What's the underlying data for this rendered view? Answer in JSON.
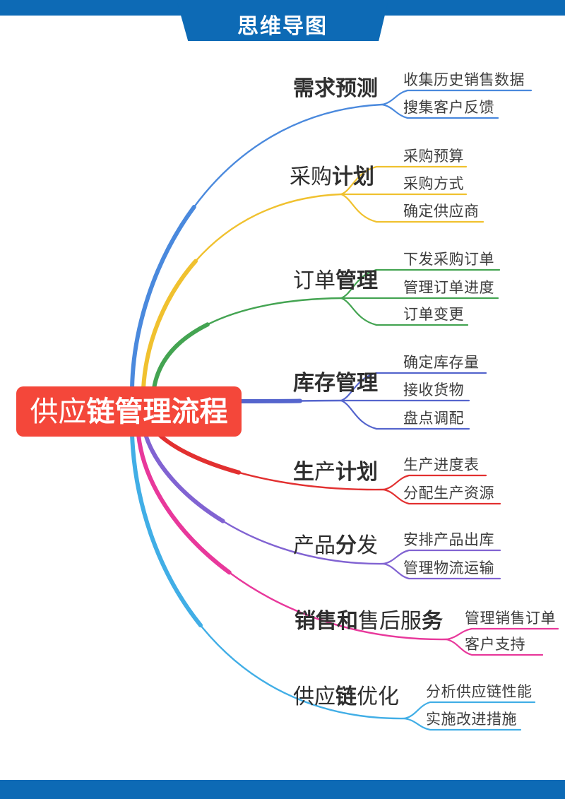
{
  "header": {
    "title": "思维导图",
    "bar_color": "#0d6ab5"
  },
  "footer": {
    "bar_color": "#0d6ab5"
  },
  "root": {
    "title_spans": [
      {
        "text": "供应",
        "bold": false
      },
      {
        "text": "链管理流程",
        "bold": true
      }
    ],
    "bg_color": "#f4473a",
    "text_color": "#ffffff"
  },
  "branches": [
    {
      "id": "demand-forecast",
      "color": "#4a89dd",
      "title_spans": [
        {
          "text": "需求预测",
          "bold": true
        }
      ],
      "children": [
        "收集历史销售数据",
        "搜集客户反馈"
      ]
    },
    {
      "id": "procurement-plan",
      "color": "#f0c12f",
      "title_spans": [
        {
          "text": "采购",
          "bold": false
        },
        {
          "text": "计划",
          "bold": true
        }
      ],
      "children": [
        "采购预算",
        "采购方式",
        "确定供应商"
      ]
    },
    {
      "id": "order-management",
      "color": "#44a452",
      "title_spans": [
        {
          "text": "订单",
          "bold": false
        },
        {
          "text": "管理",
          "bold": true
        }
      ],
      "children": [
        "下发采购订单",
        "管理订单进度",
        "订单变更"
      ]
    },
    {
      "id": "inventory-management",
      "color": "#5565cd",
      "title_spans": [
        {
          "text": "库存管理",
          "bold": true
        }
      ],
      "children": [
        "确定库存量",
        "接收货物",
        "盘点调配"
      ]
    },
    {
      "id": "production-plan",
      "color": "#e23030",
      "title_spans": [
        {
          "text": "生",
          "bold": true
        },
        {
          "text": "产",
          "bold": false
        },
        {
          "text": "计划",
          "bold": true
        }
      ],
      "children": [
        "生产进度表",
        "分配生产资源"
      ]
    },
    {
      "id": "product-distribution",
      "color": "#8163d2",
      "title_spans": [
        {
          "text": "产品",
          "bold": false
        },
        {
          "text": "分",
          "bold": true
        },
        {
          "text": "发",
          "bold": false
        }
      ],
      "children": [
        "安排产品出库",
        "管理物流运输"
      ]
    },
    {
      "id": "sales-aftersales",
      "color": "#e8389b",
      "title_spans": [
        {
          "text": "销售和",
          "bold": true
        },
        {
          "text": "售后服",
          "bold": false
        },
        {
          "text": "务",
          "bold": true
        }
      ],
      "children": [
        "管理销售订单",
        "客户支持"
      ]
    },
    {
      "id": "supply-chain-optimization",
      "color": "#41aee6",
      "title_spans": [
        {
          "text": "供应",
          "bold": false
        },
        {
          "text": "链",
          "bold": true
        },
        {
          "text": "优化",
          "bold": false
        }
      ],
      "children": [
        "分析供应链性能",
        "实施改进措施"
      ]
    }
  ]
}
